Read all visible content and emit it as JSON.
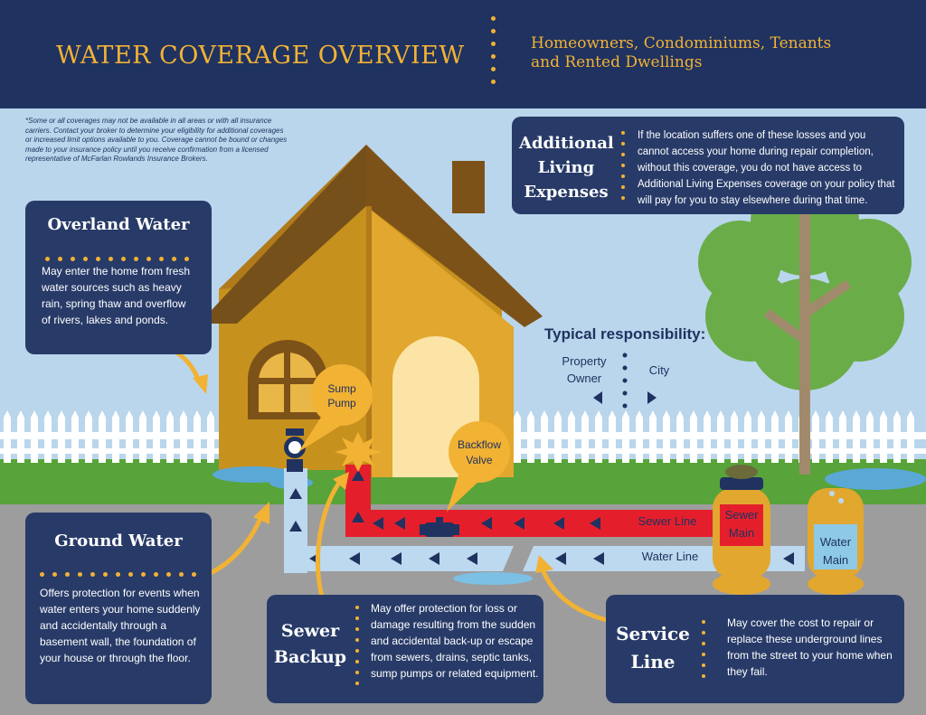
{
  "header": {
    "title": "WATER COVERAGE OVERVIEW",
    "subtitle_line1": "Homeowners, Condominiums, Tenants",
    "subtitle_line2": "and Rented Dwellings"
  },
  "disclaimer": "*Some or all coverages may not be available in all areas or with all insurance carriers. Contact your broker to determine your eligibility for additional coverages or increased limit options available to you. Coverage cannot be bound or changes made to your insurance policy until you receive confirmation from a licensed representative of McFarlan Rowlands Insurance Brokers.",
  "cards": {
    "ale": {
      "title_line1": "Additional",
      "title_line2": "Living",
      "title_line3": "Expenses",
      "body": "If the location suffers one of these losses and you cannot access your home during repair completion, without this coverage, you do not have access to Additional Living Expenses coverage on your policy that will pay for you to stay elsewhere during that time."
    },
    "overland": {
      "title": "Overland Water",
      "body": "May enter the home from fresh water sources such as heavy rain, spring thaw and overflow of rivers, lakes and ponds."
    },
    "ground": {
      "title": "Ground Water",
      "body": "Offers protection for events when water enters your home suddenly and accidentally through a basement wall, the foundation of your house or through the floor."
    },
    "sewer": {
      "title_line1": "Sewer",
      "title_line2": "Backup",
      "body": "May offer protection for loss or damage resulting from the sudden and accidental back-up or escape from sewers, drains, septic tanks, sump pumps or related equipment."
    },
    "service": {
      "title_line1": "Service",
      "title_line2": "Line",
      "body": "May cover the cost to repair or replace these underground lines from the street to your home when they fail."
    }
  },
  "labels": {
    "sump_line1": "Sump",
    "sump_line2": "Pump",
    "backflow_line1": "Backflow",
    "backflow_line2": "Valve",
    "sewer_line": "Sewer Line",
    "water_line": "Water Line",
    "sewer_main_line1": "Sewer",
    "sewer_main_line2": "Main",
    "water_main_line1": "Water",
    "water_main_line2": "Main"
  },
  "responsibility": {
    "title": "Typical responsibility:",
    "left_line1": "Property",
    "left_line2": "Owner",
    "right": "City"
  },
  "colors": {
    "navy": "#283b68",
    "header": "#1f3260",
    "gold": "#f2b234",
    "sewer_red": "#e41f2b",
    "water_pipe": "#bcd9ef",
    "sky": "#b9d6ec",
    "grass": "#58a33a",
    "ground": "#9d9d9d"
  }
}
